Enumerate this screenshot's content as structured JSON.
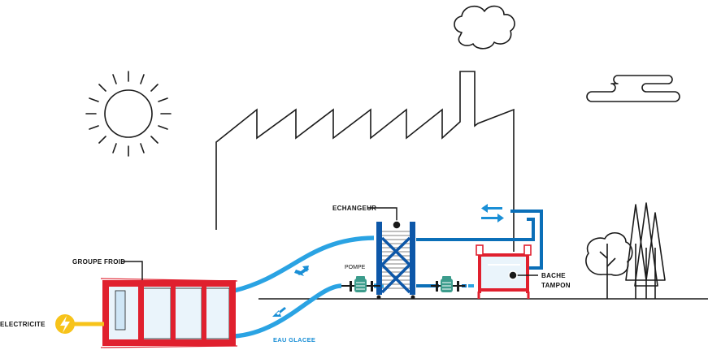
{
  "labels": {
    "groupe_froid": "GROUPE FROID",
    "echangeur": "ECHANGEUR",
    "pompe": "POMPE",
    "bache_line1": "BACHE",
    "bache_line2": "TAMPON",
    "electricite": "ELECTRICITE",
    "eau_glacee": "EAU GLACEE"
  },
  "icons": {
    "sun": "sun-icon",
    "cloud": "cloud-icon",
    "smoke": "smoke-icon",
    "lightning": "lightning-icon",
    "flow_arrows": "arrow-icon"
  },
  "colors": {
    "line": "#1a1a1a",
    "chiller_red": "#e0202e",
    "chiller_fill": "#eaf4fb",
    "pipe_light_blue": "#2aa3e3",
    "pipe_dark_blue": "#0b6fb8",
    "exchanger_blue": "#0d57a8",
    "pump_green": "#3c9c8c",
    "electric_yellow": "#f7c31a",
    "label_blue": "#1a8fd6"
  }
}
